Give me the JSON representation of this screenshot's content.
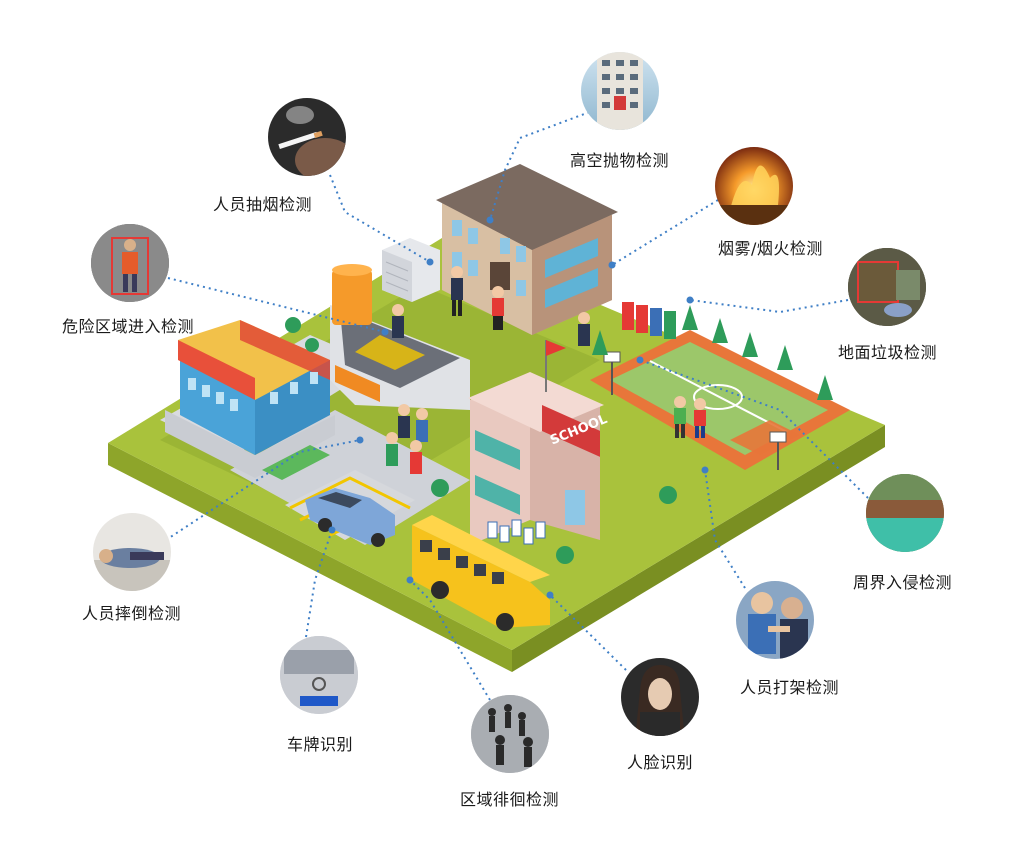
{
  "colors": {
    "grass_top": "#a9c23c",
    "grass_side_left": "#8ea52a",
    "grass_side_right": "#7a8f22",
    "connector": "#3f7fc6",
    "court_orange": "#e8763a",
    "court_green": "#9cc76a",
    "bus_yellow": "#f6c21c",
    "school_pink": "#e9c9c0",
    "building_red": "#e8503a",
    "building_blue": "#4aa3d8",
    "label_text": "#1a1a1a"
  },
  "scene": {
    "school_sign": "SCHOOL"
  },
  "callouts": [
    {
      "id": "smoking",
      "label": "人员抽烟检测",
      "icon": "cigarette-photo"
    },
    {
      "id": "high_throw",
      "label": "高空抛物检测",
      "icon": "tall-building-photo"
    },
    {
      "id": "danger_zone",
      "label": "危险区域进入检测",
      "icon": "person-in-zone-photo"
    },
    {
      "id": "fire",
      "label": "烟雾/烟火检测",
      "icon": "fire-photo"
    },
    {
      "id": "garbage",
      "label": "地面垃圾检测",
      "icon": "trash-photo"
    },
    {
      "id": "perimeter",
      "label": "周界入侵检测",
      "icon": "perimeter-wall-photo"
    },
    {
      "id": "fall",
      "label": "人员摔倒检测",
      "icon": "fallen-person-photo"
    },
    {
      "id": "fight",
      "label": "人员打架检测",
      "icon": "fighting-kids-photo"
    },
    {
      "id": "plate",
      "label": "车牌识别",
      "icon": "car-plate-photo"
    },
    {
      "id": "face",
      "label": "人脸识别",
      "icon": "face-photo"
    },
    {
      "id": "loiter",
      "label": "区域徘徊检测",
      "icon": "crowd-photo"
    }
  ]
}
